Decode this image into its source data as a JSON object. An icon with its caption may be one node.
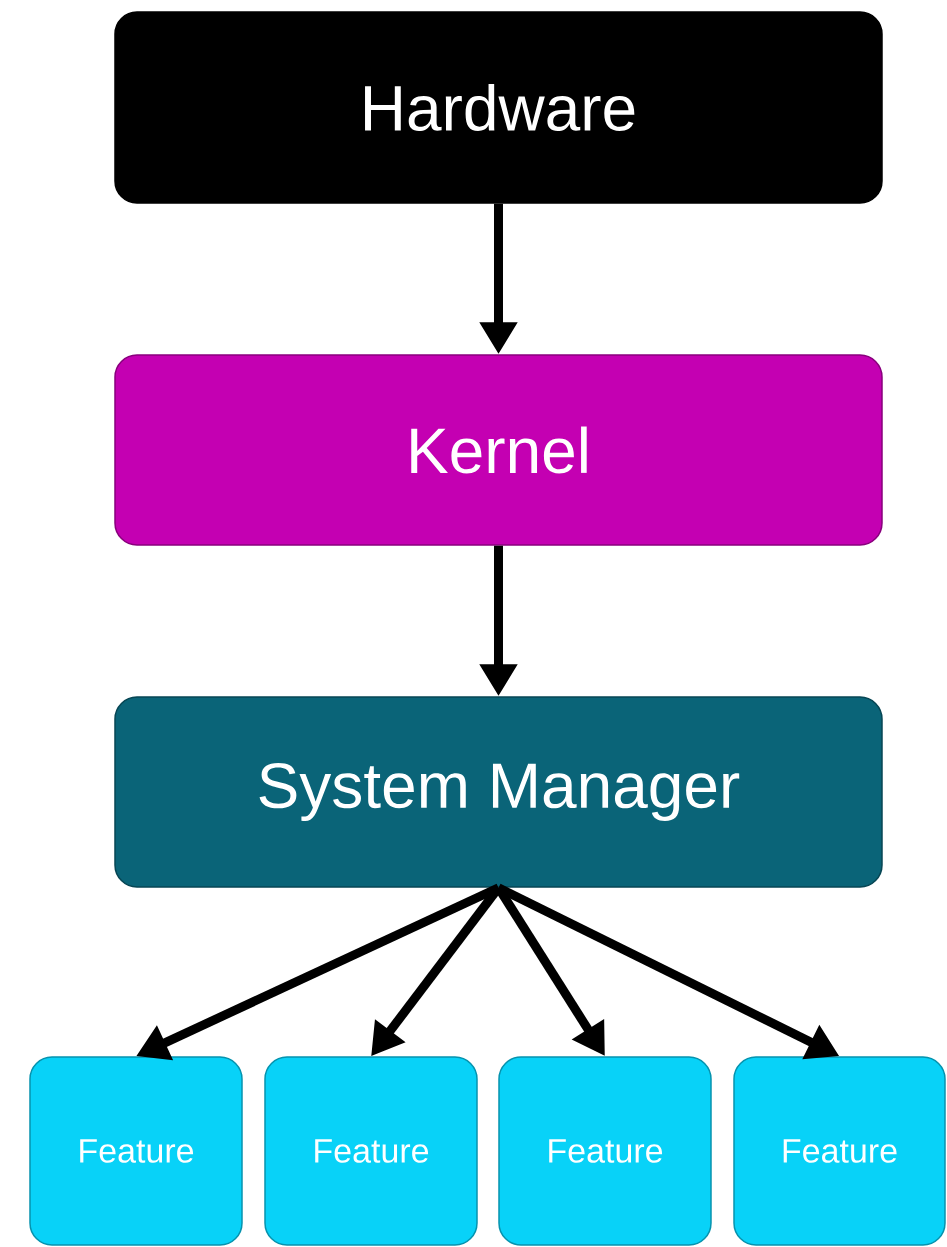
{
  "diagram": {
    "nodes": [
      {
        "text": [
          "Hardware"
        ]
      },
      {
        "text": [
          "Kernel"
        ]
      },
      {
        "text": [
          "System Manager"
        ]
      },
      {
        "text": [
          "Feature"
        ]
      },
      {
        "text": [
          "Feature"
        ]
      },
      {
        "text": [
          "Feature"
        ]
      },
      {
        "text": [
          "Feature"
        ]
      }
    ],
    "edges": [
      {
        "from": 0,
        "to": 1,
        "arrow": "to"
      },
      {
        "from": 1,
        "to": 2,
        "arrow": "to"
      },
      {
        "from": 2,
        "to": 3,
        "arrow": "to"
      },
      {
        "from": 2,
        "to": 4,
        "arrow": "to"
      },
      {
        "from": 2,
        "to": 5,
        "arrow": "to"
      },
      {
        "from": 2,
        "to": 6,
        "arrow": "to"
      }
    ]
  }
}
